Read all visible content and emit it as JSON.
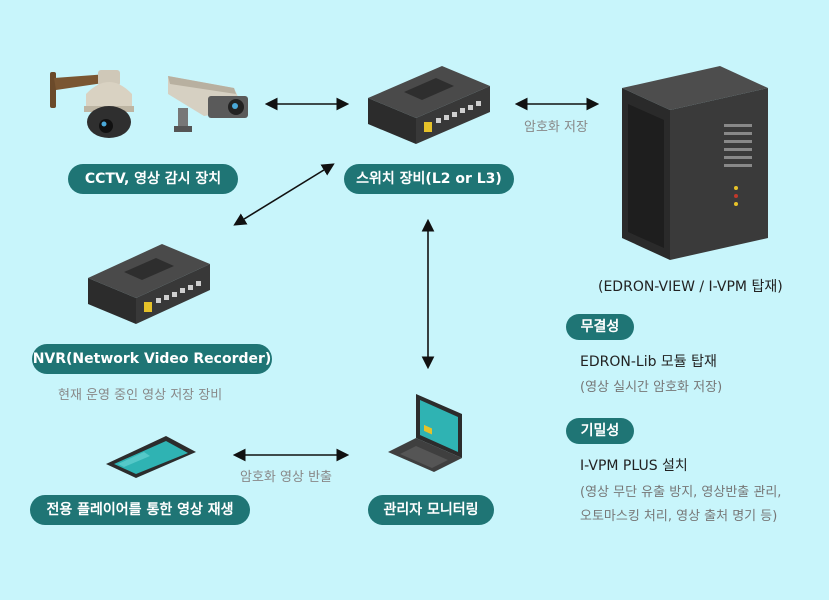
{
  "nodes": {
    "cctv": "CCTV, 영상 감시 장치",
    "switch": "스위치 장비(L2 or L3)",
    "nvr": "NVR(Network Video Recorder)",
    "nvr_desc": "현재 운영 중인 영상 저장 장비",
    "player": "전용 플레이어를 통한 영상 재생",
    "monitor": "관리자 모니터링",
    "server": "(EDRON-VIEW / I-VPM 탑재)"
  },
  "edges": {
    "encrypt_store": "암호화 저장",
    "encrypt_export": "암호화 영상 반출"
  },
  "features": [
    {
      "tag": "무결성",
      "title": "EDRON-Lib 모듈 탑재",
      "lines": [
        "(영상 실시간 암호화 저장)"
      ]
    },
    {
      "tag": "기밀성",
      "title": "I-VPM PLUS 설치",
      "lines": [
        "(영상 무단 유출 방지, 영상반출 관리,",
        "오토마스킹 처리, 영상 출처 명기 등)"
      ]
    }
  ],
  "colors": {
    "background": "#c8f5fb",
    "pill": "#1f7575",
    "device_dark": "#3d3d3d"
  }
}
